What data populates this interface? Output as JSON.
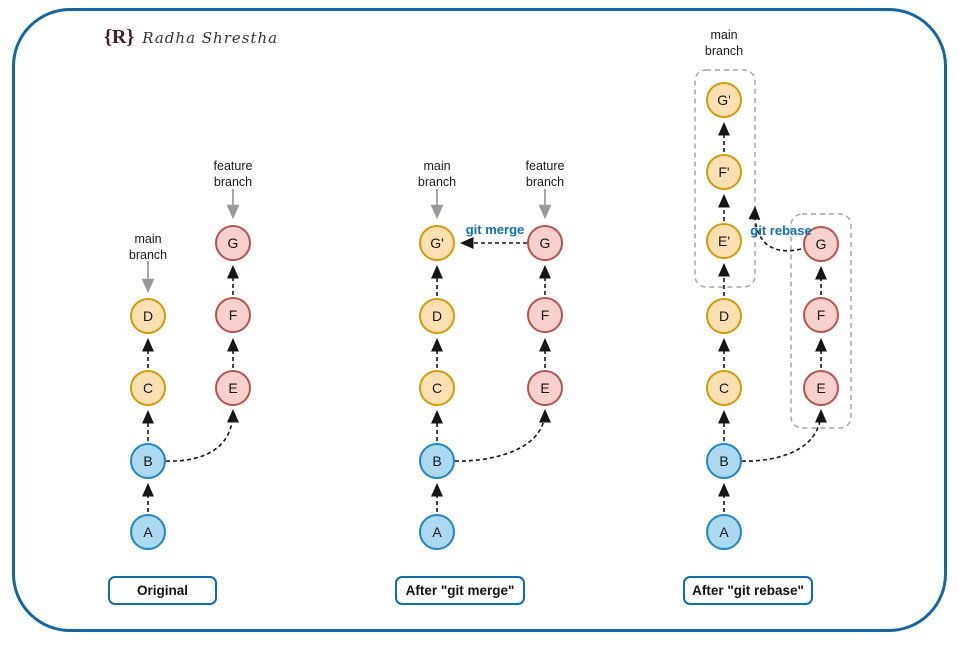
{
  "signature": {
    "monogram": "{R}",
    "name": "Radha Shrestha"
  },
  "colors": {
    "frame_blue": "#1168a9",
    "caption_border_blue": "#0c6eb8",
    "action_label_blue": "#0f6fb5",
    "gray_arrow": "#999999",
    "node_blue_fill": "#abd9f0",
    "node_blue_stroke": "#1c86c6",
    "node_orange_fill": "#ffe0b3",
    "node_orange_stroke": "#d79b00",
    "node_pink_fill": "#f8d0cd",
    "node_pink_stroke": "#b85450"
  },
  "diagrams": [
    {
      "caption": "Original",
      "main_branch_label": "main\nbranch",
      "feature_branch_label": "feature\nbranch",
      "main_nodes": [
        "A",
        "B",
        "C",
        "D"
      ],
      "feature_nodes": [
        "E",
        "F",
        "G"
      ]
    },
    {
      "caption": "After \"git merge\"",
      "main_branch_label": "main\nbranch",
      "feature_branch_label": "feature\nbranch",
      "action_label": "git merge",
      "main_nodes": [
        "A",
        "B",
        "C",
        "D",
        "G'"
      ],
      "feature_nodes": [
        "E",
        "F",
        "G"
      ]
    },
    {
      "caption": "After \"git rebase\"",
      "main_branch_label": "main\nbranch",
      "action_label": "git rebase",
      "main_nodes": [
        "A",
        "B",
        "C",
        "D",
        "E'",
        "F'",
        "G'"
      ],
      "feature_nodes": [
        "E",
        "F",
        "G"
      ]
    }
  ]
}
